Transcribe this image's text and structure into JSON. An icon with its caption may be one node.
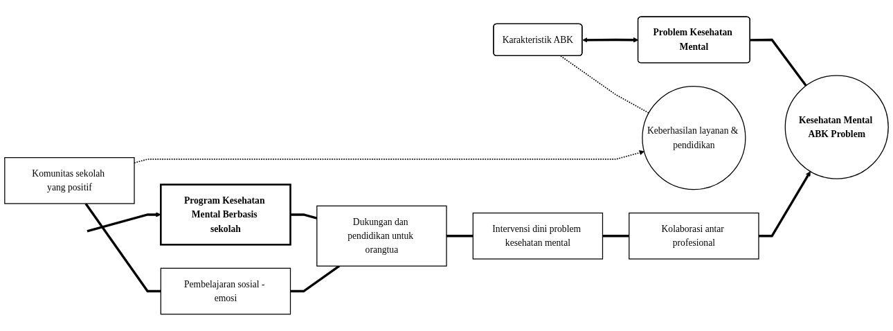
{
  "diagram": {
    "nodes": [
      {
        "text": [
          "Karakteristik ABK"
        ]
      },
      {
        "text": [
          "Problem Kesehatan Mental"
        ]
      },
      {
        "text": [
          "Keberhasilan layanan & pendidikan"
        ]
      },
      {
        "text": [
          "Kesehatan Mental ABK Problem"
        ]
      },
      {
        "text": [
          "Program Kesehatan Mental Berbasis sekolah"
        ]
      },
      {
        "text": [
          "Komunitas sekolah yang positif"
        ]
      },
      {
        "text": [
          "Pembelajaran sosial - emosi"
        ]
      },
      {
        "text": [
          "Dukungan dan pendidikan untuk orangtua"
        ]
      },
      {
        "text": [
          "Intervensi dini problem kesehatan mental"
        ]
      },
      {
        "text": [
          "Kolaborasi antar profesional"
        ]
      }
    ],
    "edges": [
      {
        "from": 0,
        "to": 1,
        "arrow": "both"
      },
      {
        "from": 0,
        "to": 2,
        "arrow": "none",
        "style": "dashed"
      },
      {
        "from": 1,
        "to": 3,
        "arrow": "none"
      },
      {
        "from": null,
        "to": 4,
        "arrow": "to"
      },
      {
        "from": 4,
        "to": 7,
        "arrow": "none"
      },
      {
        "from": 5,
        "to": 6,
        "arrow": "none"
      },
      {
        "from": 6,
        "to": 7,
        "arrow": "none"
      },
      {
        "from": 7,
        "to": 8,
        "arrow": "none"
      },
      {
        "from": 8,
        "to": 9,
        "arrow": "none"
      },
      {
        "from": 5,
        "to": 2,
        "arrow": "to",
        "style": "dashed"
      },
      {
        "from": 9,
        "to": 3,
        "arrow": "to"
      }
    ]
  }
}
